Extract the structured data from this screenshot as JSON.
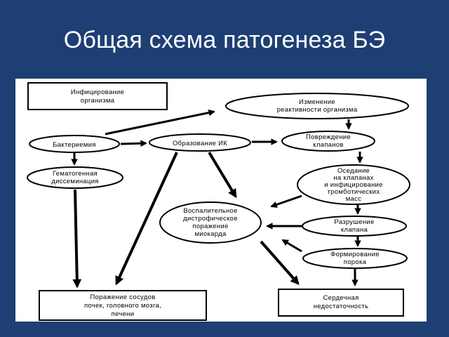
{
  "slide": {
    "title": "Общая схема патогенеза БЭ",
    "background": "#1e3f74",
    "panel_color": "#ffffff"
  },
  "diagram": {
    "nodes": {
      "infection": [
        "Инфицирование",
        "организма"
      ],
      "bacteremia": [
        "Бактериемия"
      ],
      "hematogenous": [
        "Гематогенная",
        "диссеминация"
      ],
      "reactivity": [
        "Изменение",
        "реактивности организма"
      ],
      "ic_formation": [
        "Образование ИК"
      ],
      "valve_damage": [
        "Повреждение",
        "клапанов"
      ],
      "settling": [
        "Оседание",
        "на клапанах",
        "и инфицирование",
        "тромботических",
        "масс"
      ],
      "myocardium": [
        "Воспалительное",
        "дистрофическое",
        "поражение",
        "миокарда"
      ],
      "valve_destruction": [
        "Разрушение",
        "клапана"
      ],
      "defect": [
        "Формирование",
        "порока"
      ],
      "vessels": [
        "Поражение сосудов",
        "почек, головного мозга,",
        "печени"
      ],
      "heart_failure": [
        "Сердечная",
        "недостаточность"
      ]
    },
    "edges": [
      [
        "bacteremia",
        "reactivity"
      ],
      [
        "bacteremia",
        "ic_formation"
      ],
      [
        "bacteremia",
        "hematogenous"
      ],
      [
        "hematogenous",
        "vessels"
      ],
      [
        "ic_formation",
        "valve_damage"
      ],
      [
        "reactivity",
        "valve_damage"
      ],
      [
        "valve_damage",
        "settling"
      ],
      [
        "settling",
        "valve_destruction"
      ],
      [
        "valve_destruction",
        "defect"
      ],
      [
        "defect",
        "heart_failure"
      ],
      [
        "ic_formation",
        "myocardium"
      ],
      [
        "ic_formation",
        "vessels"
      ],
      [
        "settling",
        "myocardium"
      ],
      [
        "valve_destruction",
        "myocardium"
      ],
      [
        "defect",
        "myocardium"
      ],
      [
        "myocardium",
        "heart_failure"
      ]
    ]
  }
}
